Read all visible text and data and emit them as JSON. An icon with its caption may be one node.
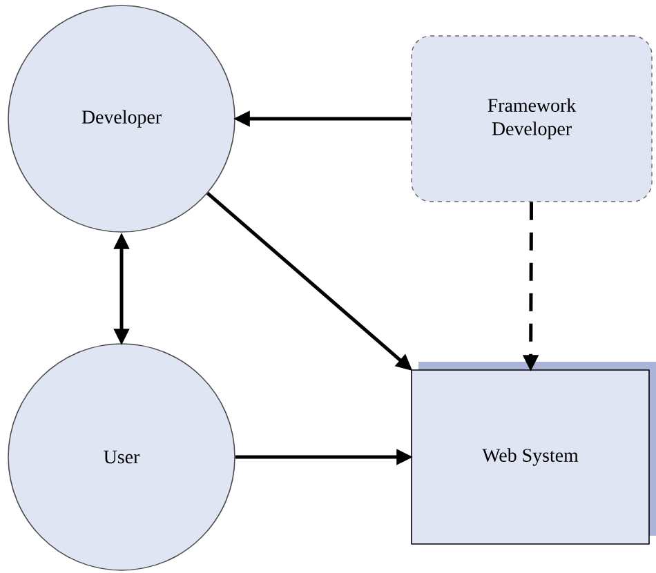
{
  "diagram": {
    "nodes": [
      {
        "text": [
          "Developer"
        ]
      },
      {
        "text": [
          "Framework Developer"
        ]
      },
      {
        "text": [
          "User"
        ]
      },
      {
        "text": [
          "Web System"
        ]
      }
    ],
    "edges": [
      {
        "from": 1,
        "to": 0,
        "arrow": "to"
      },
      {
        "from": 0,
        "to": 3,
        "arrow": "to"
      },
      {
        "from": 1,
        "to": 3,
        "arrow": "to",
        "style": "dashed"
      },
      {
        "from": 0,
        "to": 2,
        "arrow": "both"
      },
      {
        "from": 2,
        "to": 3,
        "arrow": "to"
      }
    ]
  }
}
